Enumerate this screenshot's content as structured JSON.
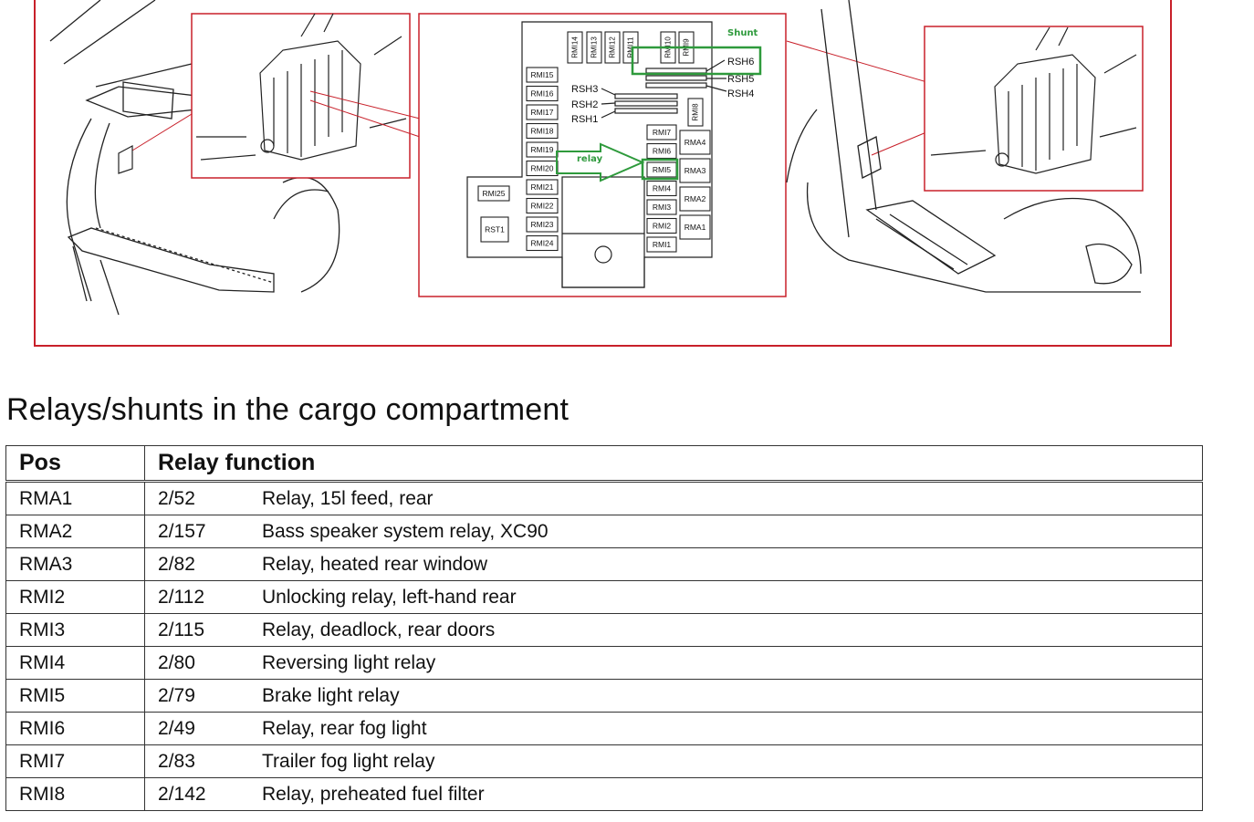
{
  "figure": {
    "fuse_box": {
      "top_relays": [
        "RMI14",
        "RMI13",
        "RMI12",
        "RMI11",
        "RMI10",
        "RMI9"
      ],
      "left_column": [
        "RMI15",
        "RMI16",
        "RMI17",
        "RMI18",
        "RMI19",
        "RMI20",
        "RMI21",
        "RMI22",
        "RMI23",
        "RMI24"
      ],
      "right_column": [
        "RMI7",
        "RMI6",
        "RMI5",
        "RMI4",
        "RMI3",
        "RMI2",
        "RMI1"
      ],
      "big_relays": [
        "RMA4",
        "RMA3",
        "RMA2",
        "RMA1"
      ],
      "rmi8": "RMI8",
      "rmi25": "RMI25",
      "rst1": "RST1",
      "shunts_left": [
        "RSH3",
        "RSH2",
        "RSH1"
      ],
      "shunts_right": [
        "RSH6",
        "RSH5",
        "RSH4"
      ]
    },
    "annotations": {
      "shunt": "Shunt",
      "relay": "relay"
    },
    "colors": {
      "frame": "#c8202a",
      "annotation": "#2e9a3c",
      "line": "#222222"
    }
  },
  "heading": "Relays/shunts in the cargo compartment",
  "table": {
    "headers": [
      "Pos",
      "Relay function"
    ],
    "rows": [
      {
        "pos": "RMA1",
        "code": "2/52",
        "function": "Relay, 15l feed, rear"
      },
      {
        "pos": "RMA2",
        "code": "2/157",
        "function": "Bass speaker system relay, XC90"
      },
      {
        "pos": "RMA3",
        "code": "2/82",
        "function": "Relay, heated rear window"
      },
      {
        "pos": "RMI2",
        "code": "2/112",
        "function": "Unlocking relay, left-hand rear"
      },
      {
        "pos": "RMI3",
        "code": "2/115",
        "function": "Relay, deadlock, rear doors"
      },
      {
        "pos": "RMI4",
        "code": "2/80",
        "function": "Reversing light relay"
      },
      {
        "pos": "RMI5",
        "code": "2/79",
        "function": "Brake light relay"
      },
      {
        "pos": "RMI6",
        "code": "2/49",
        "function": "Relay, rear fog light"
      },
      {
        "pos": "RMI7",
        "code": "2/83",
        "function": "Trailer fog light relay"
      },
      {
        "pos": "RMI8",
        "code": "2/142",
        "function": "Relay, preheated fuel filter"
      }
    ]
  }
}
